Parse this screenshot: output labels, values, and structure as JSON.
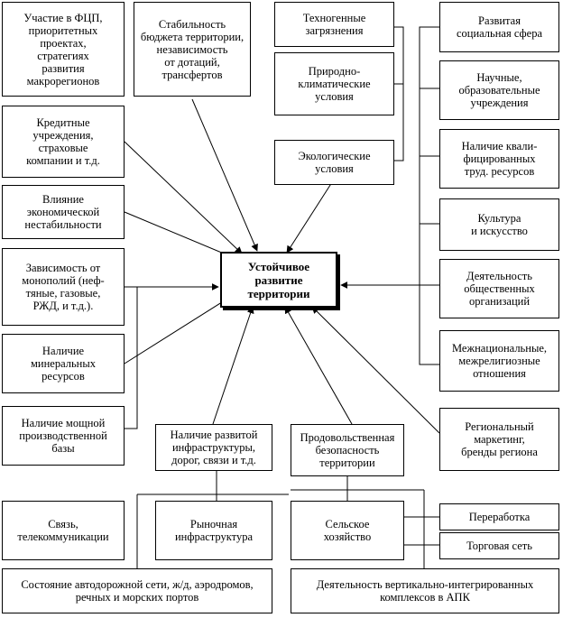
{
  "center": "Устойчивое\nразвитие\nтерритории",
  "left": {
    "fcp": "Участие в ФЦП,\nприоритетных\nпроектах,\nстратегиях\nразвития\nмакрорегионов",
    "credit": "Кредитные\nучреждения,\nстраховые\nкомпании и т.д.",
    "instability": "Влияние\nэкономической\nнестабильности",
    "monopolies": "Зависимость от\nмонополий (неф-\nтяные, газовые,\nРЖД, и т.д.).",
    "minerals": "Наличие\nминеральных\nресурсов",
    "production": "Наличие мощной\nпроизводственной\nбазы"
  },
  "top": {
    "budget": "Стабильность\nбюджета территории,\nнезависимость\nот дотаций,\nтрансфертов",
    "pollution": "Техногенные\nзагрязнения",
    "climate": "Природно-\nклиматические\nусловия",
    "ecology": "Экологические\nусловия"
  },
  "right": {
    "social": "Развитая\nсоциальная сфера",
    "science": "Научные,\nобразовательные\nучреждения",
    "labor": "Наличие квали-\nфицированных\nтруд. ресурсов",
    "culture": "Культура\nи искусство",
    "public_orgs": "Деятельность\nобщественных\nорганизаций",
    "interethnic": "Межнациональные,\nмежрелигиозные\nотношения",
    "marketing": "Региональный\nмаркетинг,\nбренды региона"
  },
  "bottom": {
    "infrastructure": "Наличие развитой\nинфраструктуры,\nдорог, связи и т.д.",
    "food_security": "Продовольственная\nбезопасность\nтерритории",
    "telecom": "Связь,\nтелекоммуникации",
    "market_infra": "Рыночная\nинфраструктура",
    "agriculture": "Сельское\nхозяйство",
    "processing": "Переработка",
    "trade": "Торговая сеть",
    "roads": "Состояние автодорожной сети, ж/д, аэродромов,\nречных и морских портов",
    "apk": "Деятельность вертикально-интегрированных\nкомплексов в АПК"
  }
}
